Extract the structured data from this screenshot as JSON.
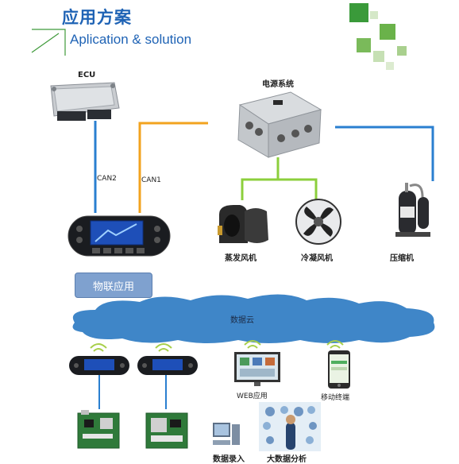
{
  "header": {
    "title_cn": "应用方案",
    "title_en": "Aplication & solution"
  },
  "labels": {
    "ecu": "ECU",
    "power": "电源系统",
    "can2": "CAN2",
    "can1": "CAN1",
    "evap": "蒸发风机",
    "cond": "冷凝风机",
    "comp": "压缩机",
    "iot": "物联应用",
    "cloud": "数据云",
    "web": "WEB应用",
    "mobile": "移动终端",
    "entry": "数据录入",
    "bigdata": "大数据分析"
  },
  "colors": {
    "blue_line": "#2a7fd0",
    "orange_line": "#f2a31f",
    "green_line": "#8ccf3c",
    "title": "#1f63b5",
    "cloud": "#3f86c8"
  }
}
